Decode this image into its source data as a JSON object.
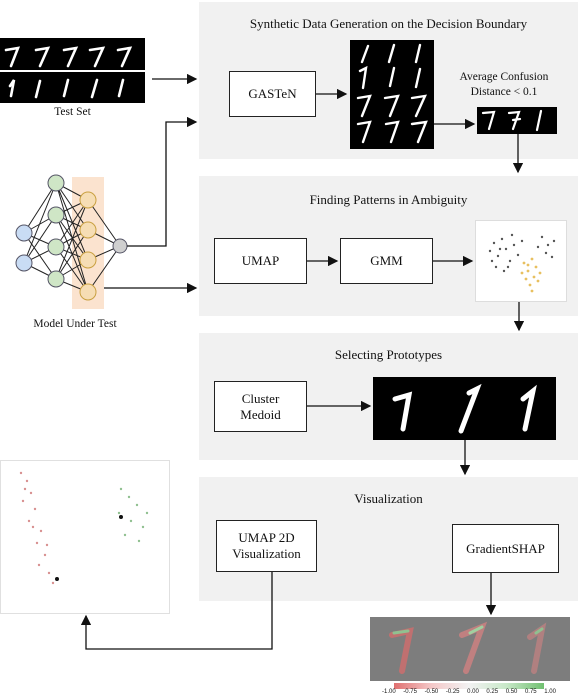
{
  "test_set": {
    "label": "Test Set"
  },
  "model": {
    "label": "Model Under Test"
  },
  "stage1": {
    "title": "Synthetic Data Generation on the Decision Boundary",
    "generator": "GASTeN",
    "filter_label": "Average Confusion Distance < 0.1"
  },
  "stage2": {
    "title": "Finding Patterns in Ambiguity",
    "step1": "UMAP",
    "step2": "GMM"
  },
  "stage3": {
    "title": "Selecting Prototypes",
    "step1_line1": "Cluster",
    "step1_line2": "Medoid"
  },
  "stage4": {
    "title": "Visualization",
    "step1_line1": "UMAP 2D",
    "step1_line2": "Visualization",
    "step2": "GradientSHAP"
  },
  "colorbar_ticks": [
    "-1.00",
    "-0.75",
    "-0.50",
    "-0.25",
    "0.00",
    "0.25",
    "0.50",
    "0.75",
    "1.00"
  ],
  "colors": {
    "panel": "#f1f1f1",
    "nn_blue": "#c9dcf4",
    "nn_green": "#cfe6c6",
    "nn_orange": "#f6ddb4",
    "nn_gray": "#cfcfcf",
    "highlight": "#fbe3cf",
    "cluster_gray": "#555555",
    "cluster_gold": "#e8c060"
  }
}
